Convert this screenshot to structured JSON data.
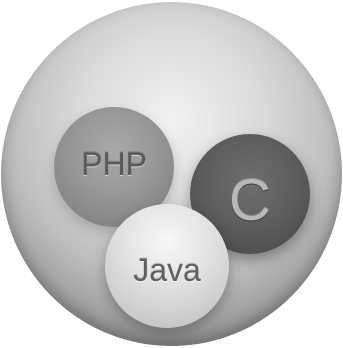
{
  "diagram": {
    "nodes": [
      {
        "id": "php",
        "label": "PHP"
      },
      {
        "id": "c",
        "label": "C"
      },
      {
        "id": "java",
        "label": "Java"
      }
    ]
  }
}
